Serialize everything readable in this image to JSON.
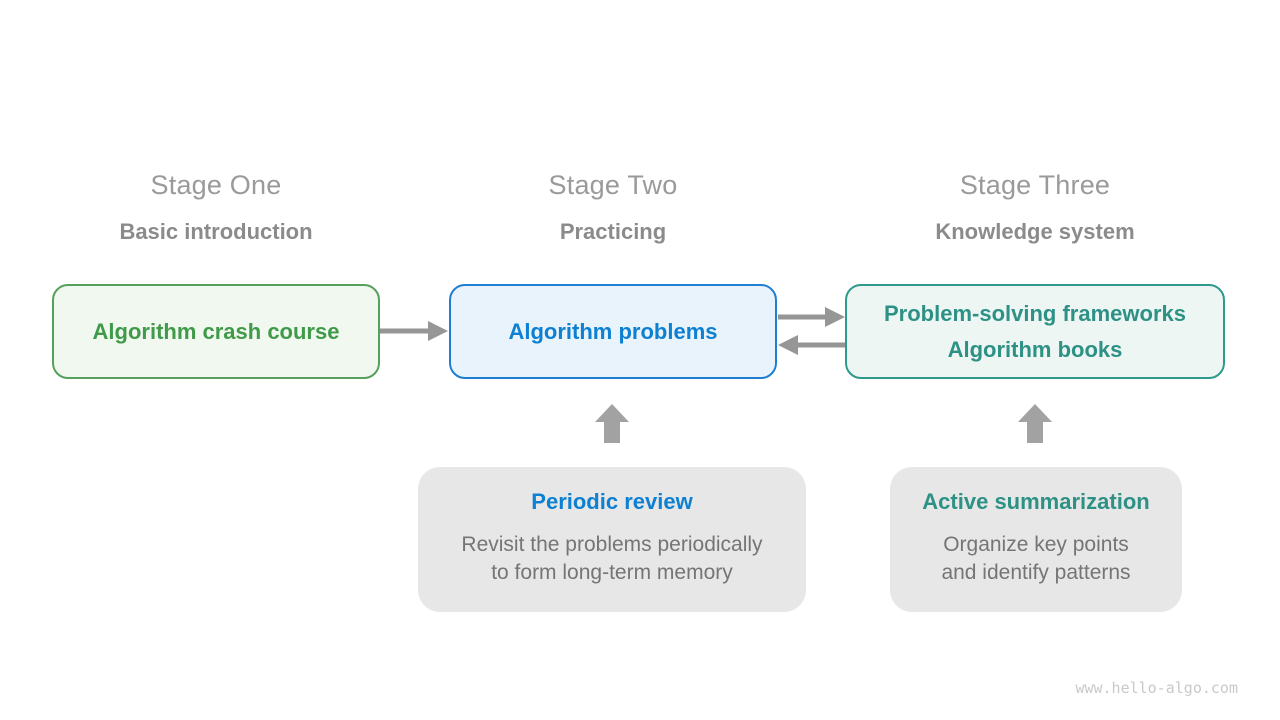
{
  "stages": [
    {
      "title": "Stage One",
      "subtitle": "Basic introduction",
      "box": {
        "line1": "Algorithm crash course",
        "text_color": "#3f9a49",
        "border_color": "#55a05c",
        "bg_color": "#f1f8ef"
      }
    },
    {
      "title": "Stage Two",
      "subtitle": "Practicing",
      "box": {
        "line1": "Algorithm problems",
        "text_color": "#0e80d2",
        "border_color": "#1e7fd2",
        "bg_color": "#e9f3fc"
      }
    },
    {
      "title": "Stage Three",
      "subtitle": "Knowledge system",
      "box": {
        "line1": "Problem-solving frameworks",
        "line2": "Algorithm books",
        "text_color": "#2d9185",
        "border_color": "#2f998b",
        "bg_color": "#edf6f3"
      }
    }
  ],
  "notes": [
    {
      "title": "Periodic review",
      "line1": "Revisit the problems periodically",
      "line2": "to form long-term memory",
      "title_color": "#0e80d2",
      "bg_color": "#e7e7e7",
      "body_color": "#757575"
    },
    {
      "title": "Active summarization",
      "line1": "Organize key points",
      "line2": "and identify patterns",
      "title_color": "#2d9185",
      "bg_color": "#e7e7e7",
      "body_color": "#757575"
    }
  ],
  "flow": {
    "arrow_1_to_2": "right",
    "arrow_2_to_3": "bidirectional",
    "periodic_review_points_to": "Algorithm problems",
    "active_summarization_points_to": "Problem-solving frameworks / Algorithm books"
  },
  "colors": {
    "arrow": "#969696",
    "stage_title": "#9a9a9a",
    "stage_subtitle": "#8b8b8b",
    "watermark": "#c9c9c9",
    "background": "#ffffff"
  },
  "watermark": "www.hello-algo.com"
}
